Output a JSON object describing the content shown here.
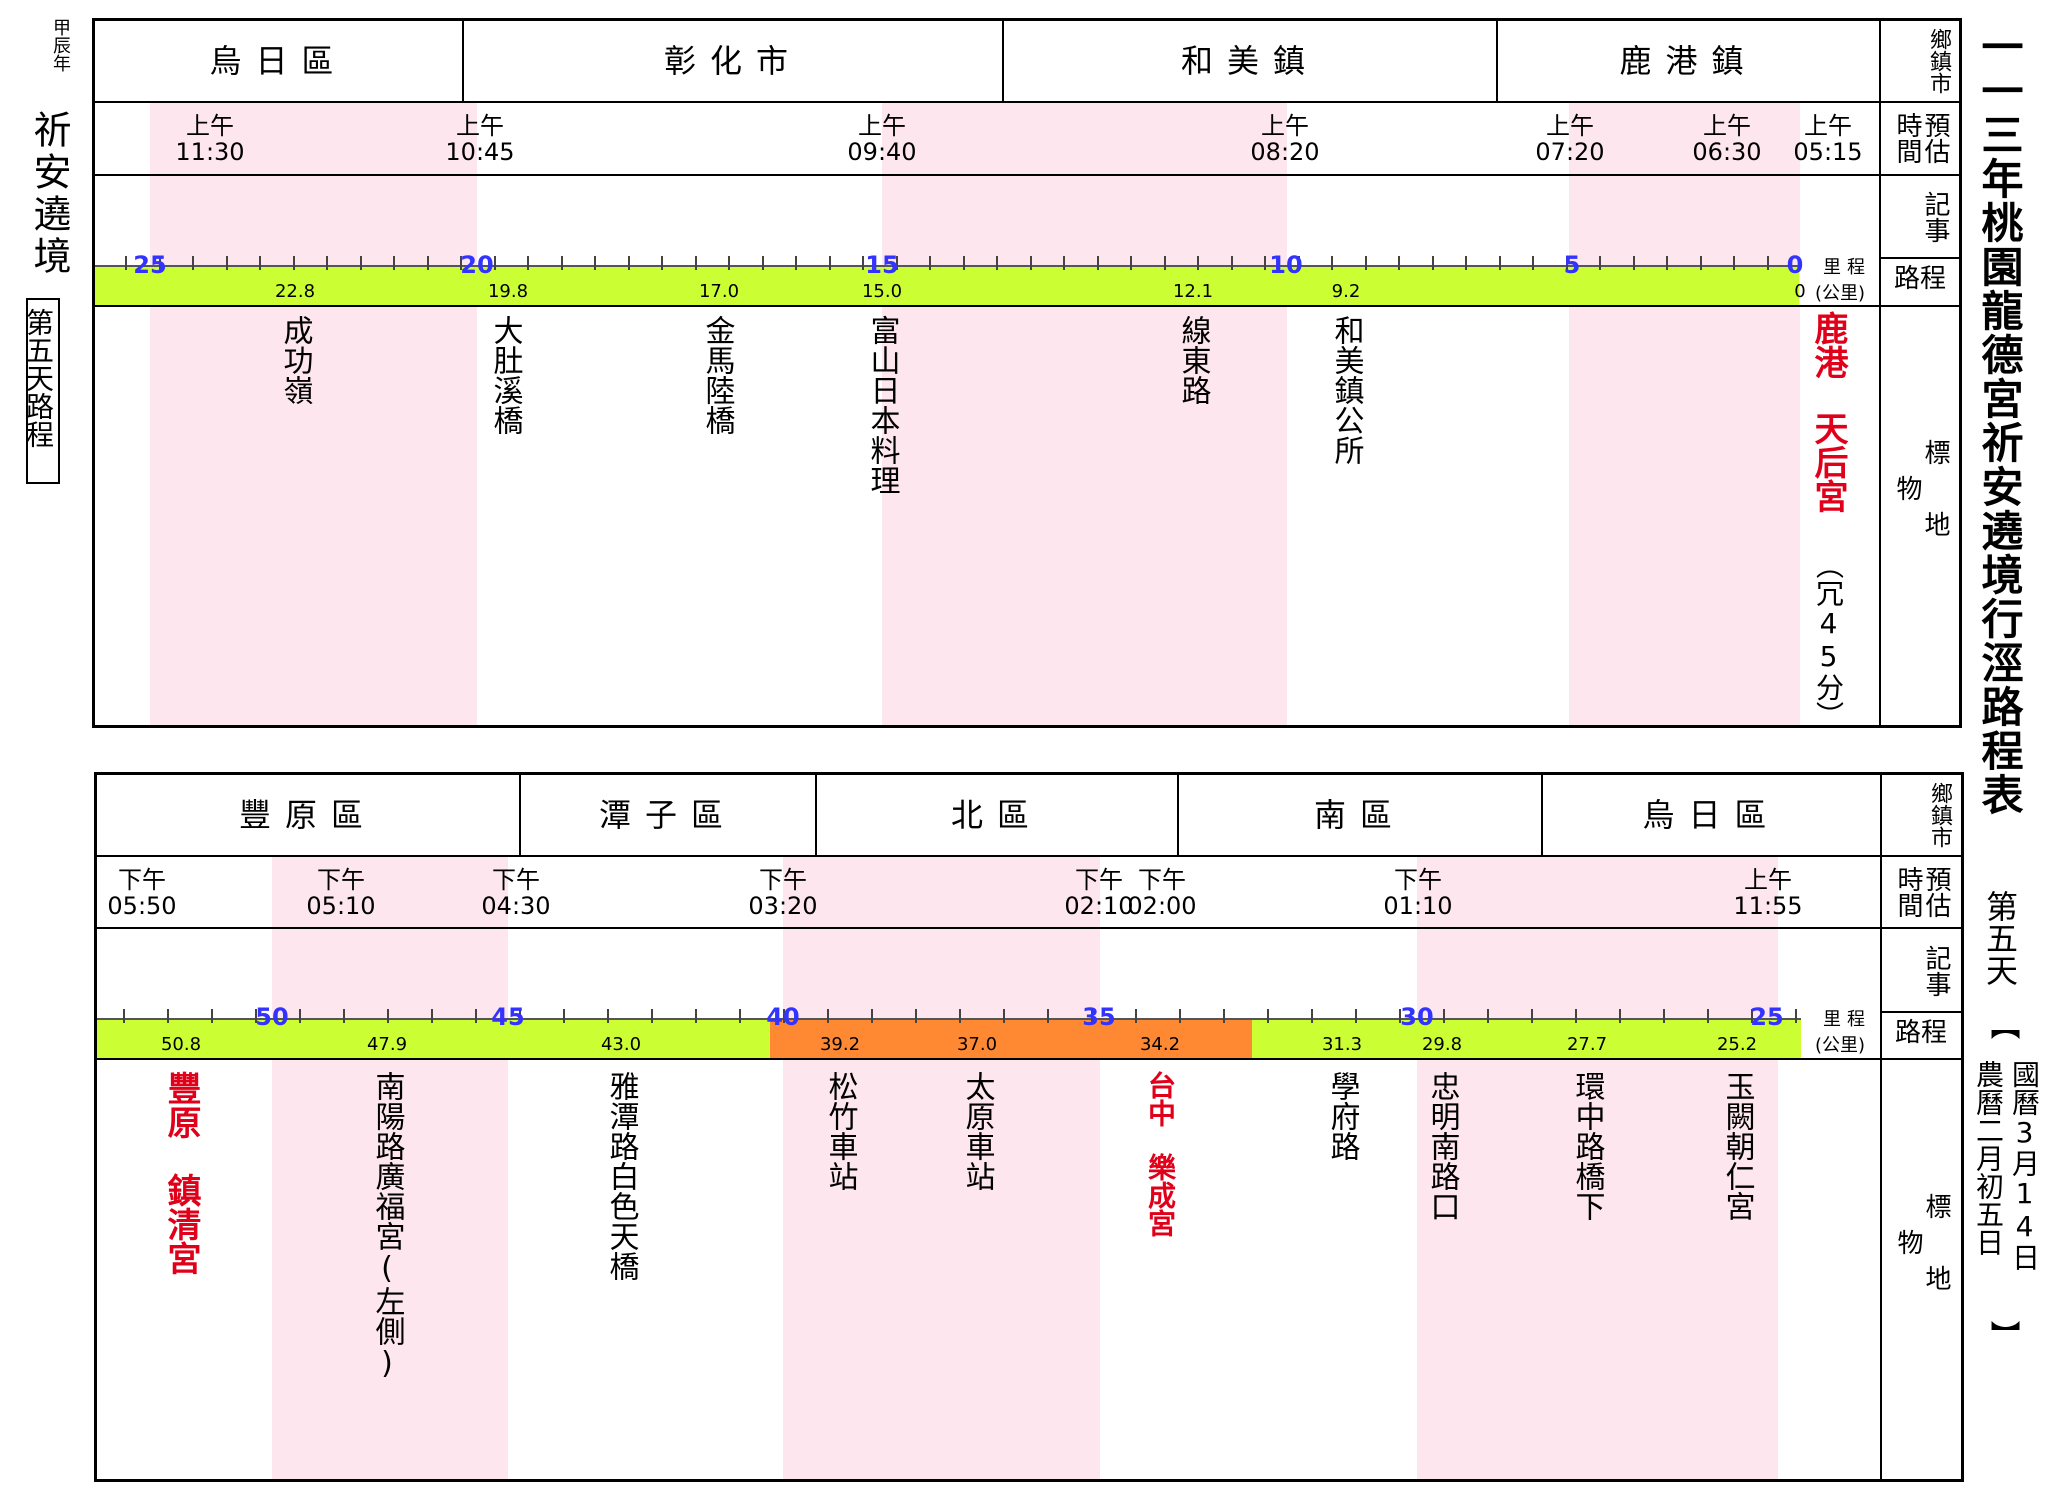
{
  "side_left": {
    "year": "甲辰年",
    "title": "祈安遶境",
    "day_box": "第五天路程"
  },
  "side_right": {
    "main_title": "一一三年桃園龍德宮祈安遶境行涇路程表",
    "day": "第五天",
    "date_open": "【",
    "solar_date": "國曆3月14日",
    "lunar_date": "農曆二月初五日",
    "date_close": "】"
  },
  "row_labels": {
    "town": "鄉鎮市",
    "time": "預估時間",
    "notes": "記事",
    "route": "路程",
    "km_unit_top": "里程",
    "km_unit_bottom": "(公里)",
    "landmark": "標地物"
  },
  "panel1": {
    "towns": [
      "烏日區",
      "彰化市",
      "和美鎮",
      "鹿港鎮"
    ],
    "times": [
      {
        "period": "上午",
        "time": "11:30"
      },
      {
        "period": "上午",
        "time": "10:45"
      },
      {
        "period": "上午",
        "time": "09:40"
      },
      {
        "period": "上午",
        "time": "08:20"
      },
      {
        "period": "上午",
        "time": "07:20"
      },
      {
        "period": "上午",
        "time": "06:30"
      },
      {
        "period": "上午",
        "time": "05:15"
      }
    ],
    "milestones": [
      "25",
      "20",
      "15",
      "10",
      "5",
      "0"
    ],
    "km_values": [
      "22.8",
      "19.8",
      "17.0",
      "15.0",
      "12.1",
      "9.2",
      "0"
    ],
    "landmarks": [
      "成功嶺",
      "大肚溪橋",
      "金馬陸橋",
      "富山日本料理",
      "線東路",
      "和美鎮公所"
    ],
    "destination": {
      "name1": "鹿港",
      "name2": "天后宮",
      "note": "（冗45分）"
    }
  },
  "panel2": {
    "towns": [
      "豐原區",
      "潭子區",
      "北區",
      "南區",
      "烏日區"
    ],
    "times": [
      {
        "period": "下午",
        "time": "05:50"
      },
      {
        "period": "下午",
        "time": "05:10"
      },
      {
        "period": "下午",
        "time": "04:30"
      },
      {
        "period": "下午",
        "time": "03:20"
      },
      {
        "period": "下午",
        "time": "02:10"
      },
      {
        "period": "下午",
        "time": "02:00"
      },
      {
        "period": "下午",
        "time": "01:10"
      },
      {
        "period": "上午",
        "time": "11:55"
      }
    ],
    "milestones": [
      "50",
      "45",
      "40",
      "35",
      "30",
      "25"
    ],
    "km_values": [
      "50.8",
      "47.9",
      "43.0",
      "39.2",
      "37.0",
      "34.2",
      "31.3",
      "29.8",
      "27.7",
      "25.2"
    ],
    "landmarks": [
      "南陽路廣福宮(左側)",
      "雅潭路白色天橋",
      "松竹車站",
      "太原車站",
      "學府路",
      "忠明南路口",
      "環中路橋下",
      "玉闕朝仁宮"
    ],
    "destination": {
      "name1": "豐原",
      "name2": "鎮清宮"
    },
    "stop": {
      "name1": "台中",
      "name2": "樂成宮"
    }
  },
  "colors": {
    "band": "#fde6ee",
    "route_green": "#ccff33",
    "route_orange": "#ff8833",
    "milestone_blue": "#3333ff",
    "accent_red": "#e0001a"
  }
}
